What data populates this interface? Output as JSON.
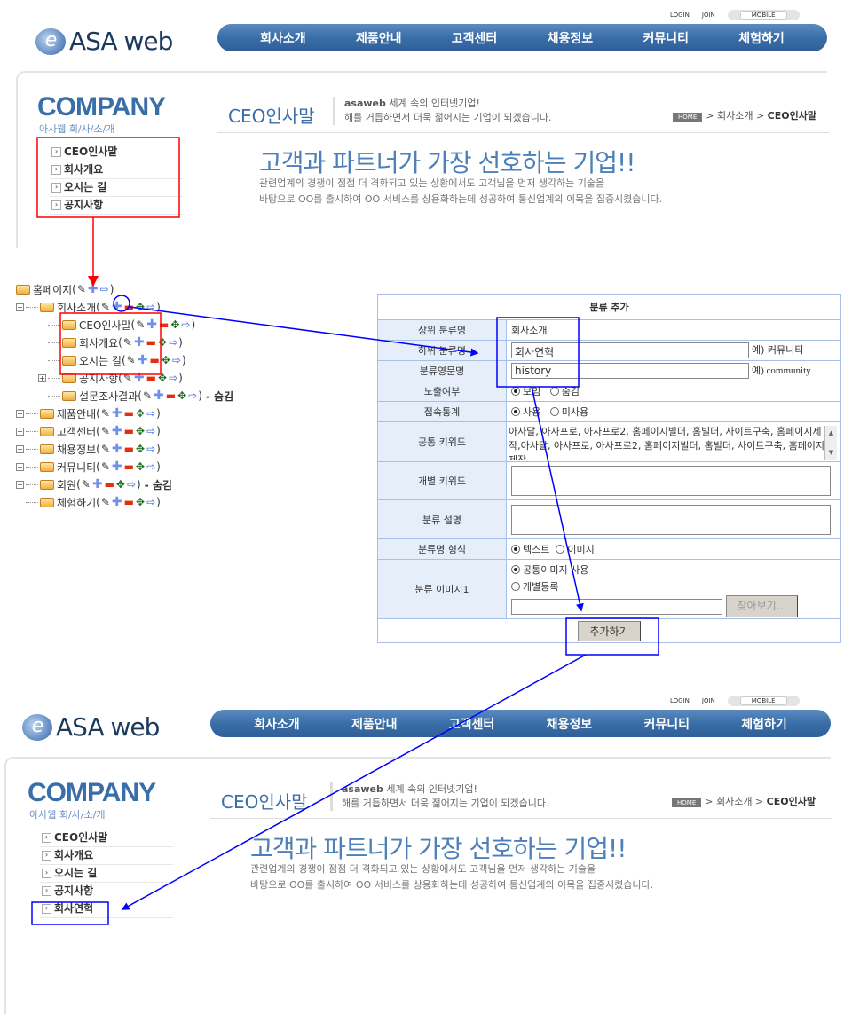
{
  "site": {
    "top_links": [
      "LOGIN",
      "JOIN"
    ],
    "mobile_label": "MOBILE",
    "logo": "ASA web",
    "nav": [
      "회사소개",
      "제품안내",
      "고객센터",
      "채용정보",
      "커뮤니티",
      "체험하기"
    ],
    "company_title": "COMPANY",
    "company_sub": "아사웹 회/사/소/개",
    "page_title": "CEO인사말",
    "slogan_brand": "asaweb",
    "slogan_line1": "세계 속의 인터넷기업!",
    "slogan_line2": "해를 거듭하면서 더욱 젊어지는 기업이 되겠습니다.",
    "breadcrumb": {
      "home": "HOME",
      "sep": ">",
      "section": "회사소개",
      "current": "CEO인사말"
    },
    "headline": "고객과 파트너가 가장 선호하는 기업!!",
    "para1": "관련업계의 경쟁이 점점 더 격화되고 있는 상황에서도 고객님을 먼저 생각하는 기술을",
    "para2": "바탕으로 OO를 출시하여 OO 서비스를 상용화하는데 성공하여 통신업계의 이목을 집중시켰습니다."
  },
  "before_menu": [
    "CEO인사말",
    "회사개요",
    "오시는 길",
    "공지사항"
  ],
  "after_menu": [
    "CEO인사말",
    "회사개요",
    "오시는 길",
    "공지사항",
    "회사연혁"
  ],
  "tree": {
    "root": "홈페이지",
    "open_paren": "(",
    "close_paren": ")",
    "hidden_label": "- 숨김",
    "items": [
      {
        "label": "회사소개",
        "level": 1,
        "expanded": true
      },
      {
        "label": "CEO인사말",
        "level": 2
      },
      {
        "label": "회사개요",
        "level": 2
      },
      {
        "label": "오시는 길",
        "level": 2
      },
      {
        "label": "공지사항",
        "level": 2,
        "collapsed": true
      },
      {
        "label": "설문조사결과",
        "level": 2,
        "hidden": true
      },
      {
        "label": "제품안내",
        "level": 1,
        "collapsed": true
      },
      {
        "label": "고객센터",
        "level": 1,
        "collapsed": true
      },
      {
        "label": "채용정보",
        "level": 1,
        "collapsed": true
      },
      {
        "label": "커뮤니티",
        "level": 1,
        "collapsed": true
      },
      {
        "label": "회원",
        "level": 1,
        "collapsed": true,
        "hidden": true
      },
      {
        "label": "체험하기",
        "level": 1
      }
    ]
  },
  "form": {
    "title": "분류 추가",
    "parent_label": "상위 분류명",
    "parent_value": "회사소개",
    "child_label": "하위 분류명",
    "child_value": "회사연혁",
    "child_example": "예) 커뮤니티",
    "eng_label": "분류영문명",
    "eng_value": "history",
    "eng_example": "예) community",
    "visible_label": "노출여부",
    "visible_options": [
      "보임",
      "숨김"
    ],
    "stats_label": "접속통계",
    "stats_options": [
      "사용",
      "미사용"
    ],
    "common_kw_label": "공통 키워드",
    "common_kw_value": "아사달, 아사프로, 아사프로2, 홈페이지빌더, 홈빌더, 사이트구축, 홈페이지제작,아사달, 아사프로, 아사프로2, 홈페이지빌더, 홈빌더, 사이트구축, 홈페이지제작",
    "indiv_kw_label": "개별 키워드",
    "indiv_kw_value": "",
    "desc_label": "분류 설명",
    "desc_value": "",
    "format_label": "분류명 형식",
    "format_options": [
      "텍스트",
      "이미지"
    ],
    "image_label": "분류 이미지1",
    "image_options": [
      "공통이미지 사용",
      "개별등록"
    ],
    "browse_label": "찾아보기...",
    "submit_label": "추가하기"
  },
  "colors": {
    "nav": "#3a6ea8",
    "annotation_red": "#ff0000",
    "annotation_blue": "#0000ff"
  }
}
